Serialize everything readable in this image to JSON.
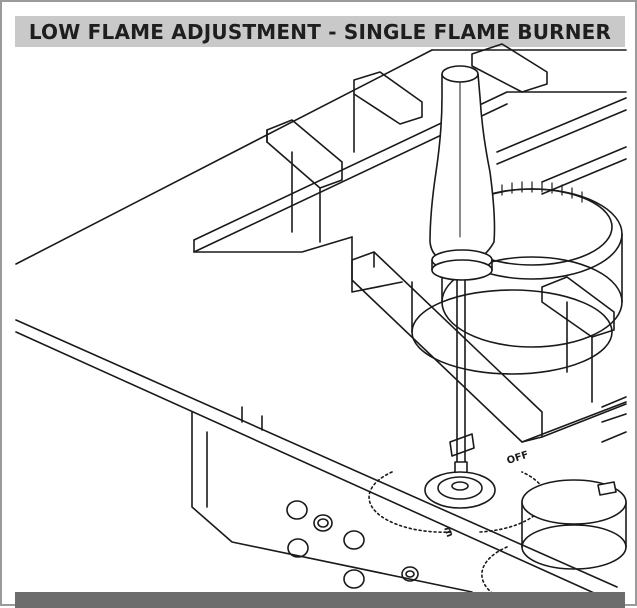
{
  "title": "LOW FLAME ADJUSTMENT - SINGLE FLAME BURNER",
  "knob": {
    "off_label": "OFF",
    "min_label": "m"
  },
  "colors": {
    "title_bar": "#c9c9c9",
    "line": "#1a1a1a",
    "bottom_bar": "#6c6c6c"
  },
  "icons": [
    "screwdriver-icon",
    "burner-icon",
    "control-knob-icon"
  ]
}
